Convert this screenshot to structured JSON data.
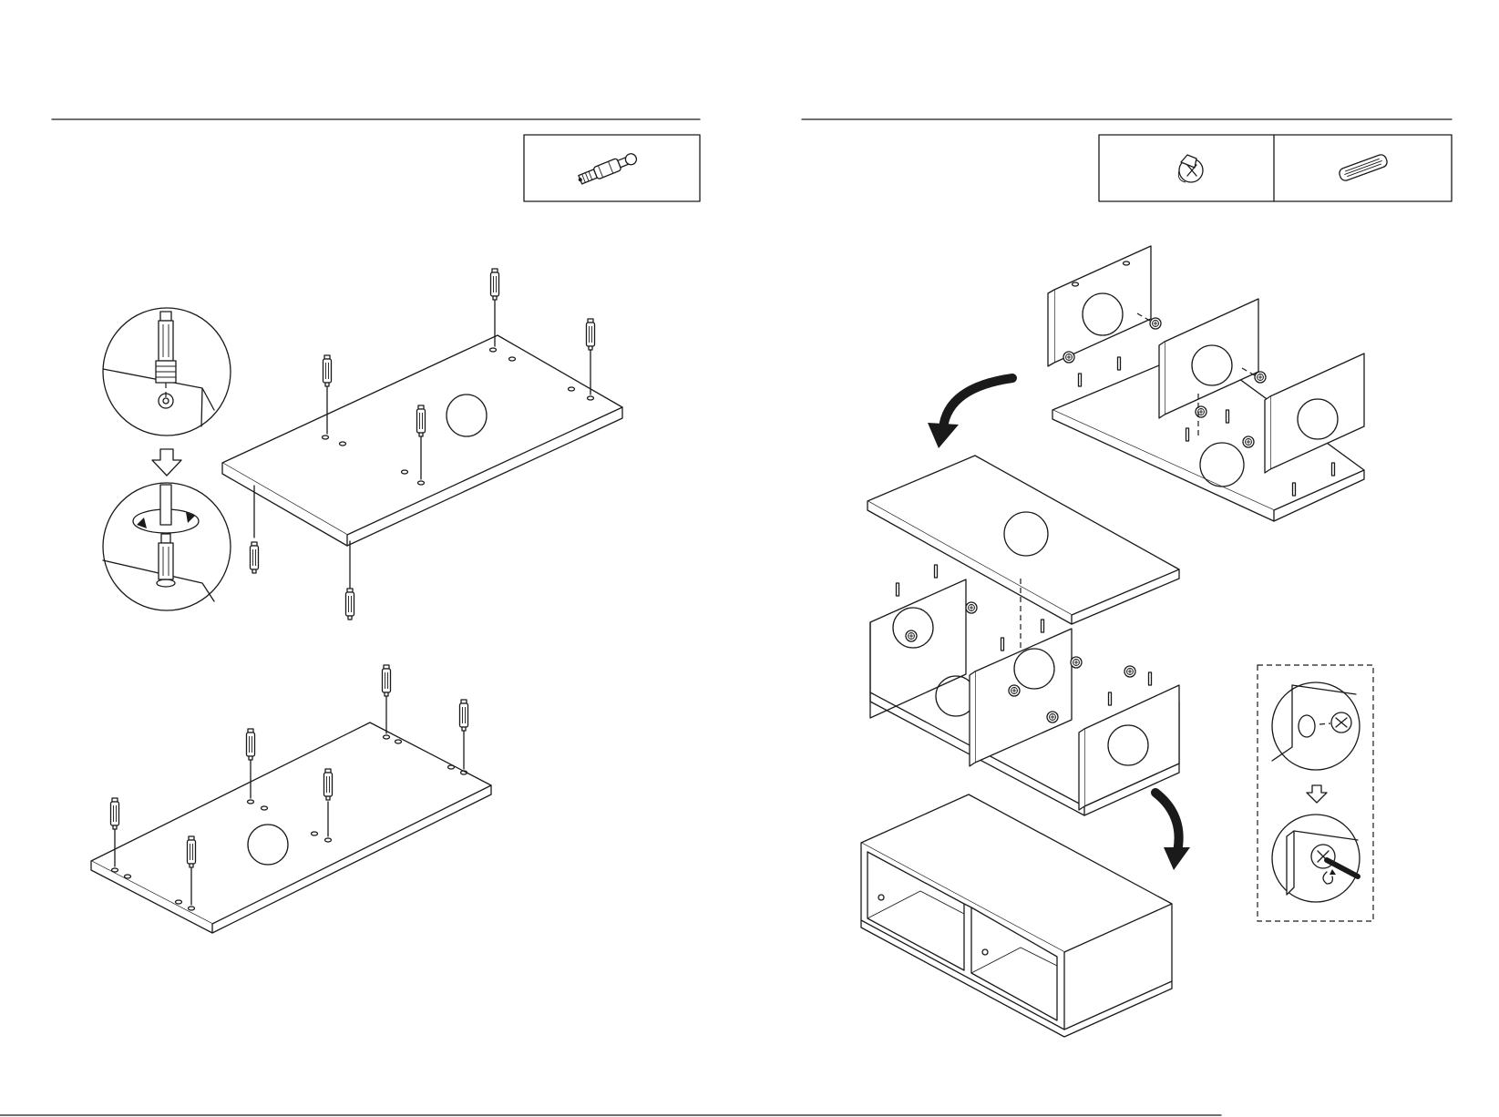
{
  "pages": [
    {
      "name": "left-page",
      "hardware_box": {
        "items": [
          {
            "icon": "cam-bolt-icon"
          }
        ]
      },
      "steps": [
        {
          "name": "insert-cam-bolts-top-panel",
          "panel_icon": "top-panel-icon",
          "bolt_count": 6
        },
        {
          "name": "insert-cam-bolts-bottom-panel",
          "panel_icon": "bottom-panel-icon",
          "bolt_count": 6
        }
      ],
      "detail": {
        "icons": [
          "cam-bolt-closeup-icon",
          "down-arrow-icon",
          "screwdriver-rotate-icon"
        ]
      }
    },
    {
      "name": "right-page",
      "hardware_box": {
        "items": [
          {
            "icon": "cam-lock-icon"
          },
          {
            "icon": "wood-dowel-icon"
          }
        ]
      },
      "steps": [
        {
          "name": "attach-side-panels",
          "panel_icon": "base-with-sides-icon"
        },
        {
          "name": "attach-top-panel",
          "panel_icon": "exploded-top-icon"
        },
        {
          "name": "finished-unit",
          "panel_icon": "assembled-cabinet-icon"
        }
      ],
      "detail": {
        "icons": [
          "cam-lock-insert-icon",
          "down-arrow-icon",
          "cam-lock-turn-icon"
        ]
      }
    }
  ],
  "colors": {
    "ink": "#1a1a1a",
    "paper": "#ffffff"
  }
}
